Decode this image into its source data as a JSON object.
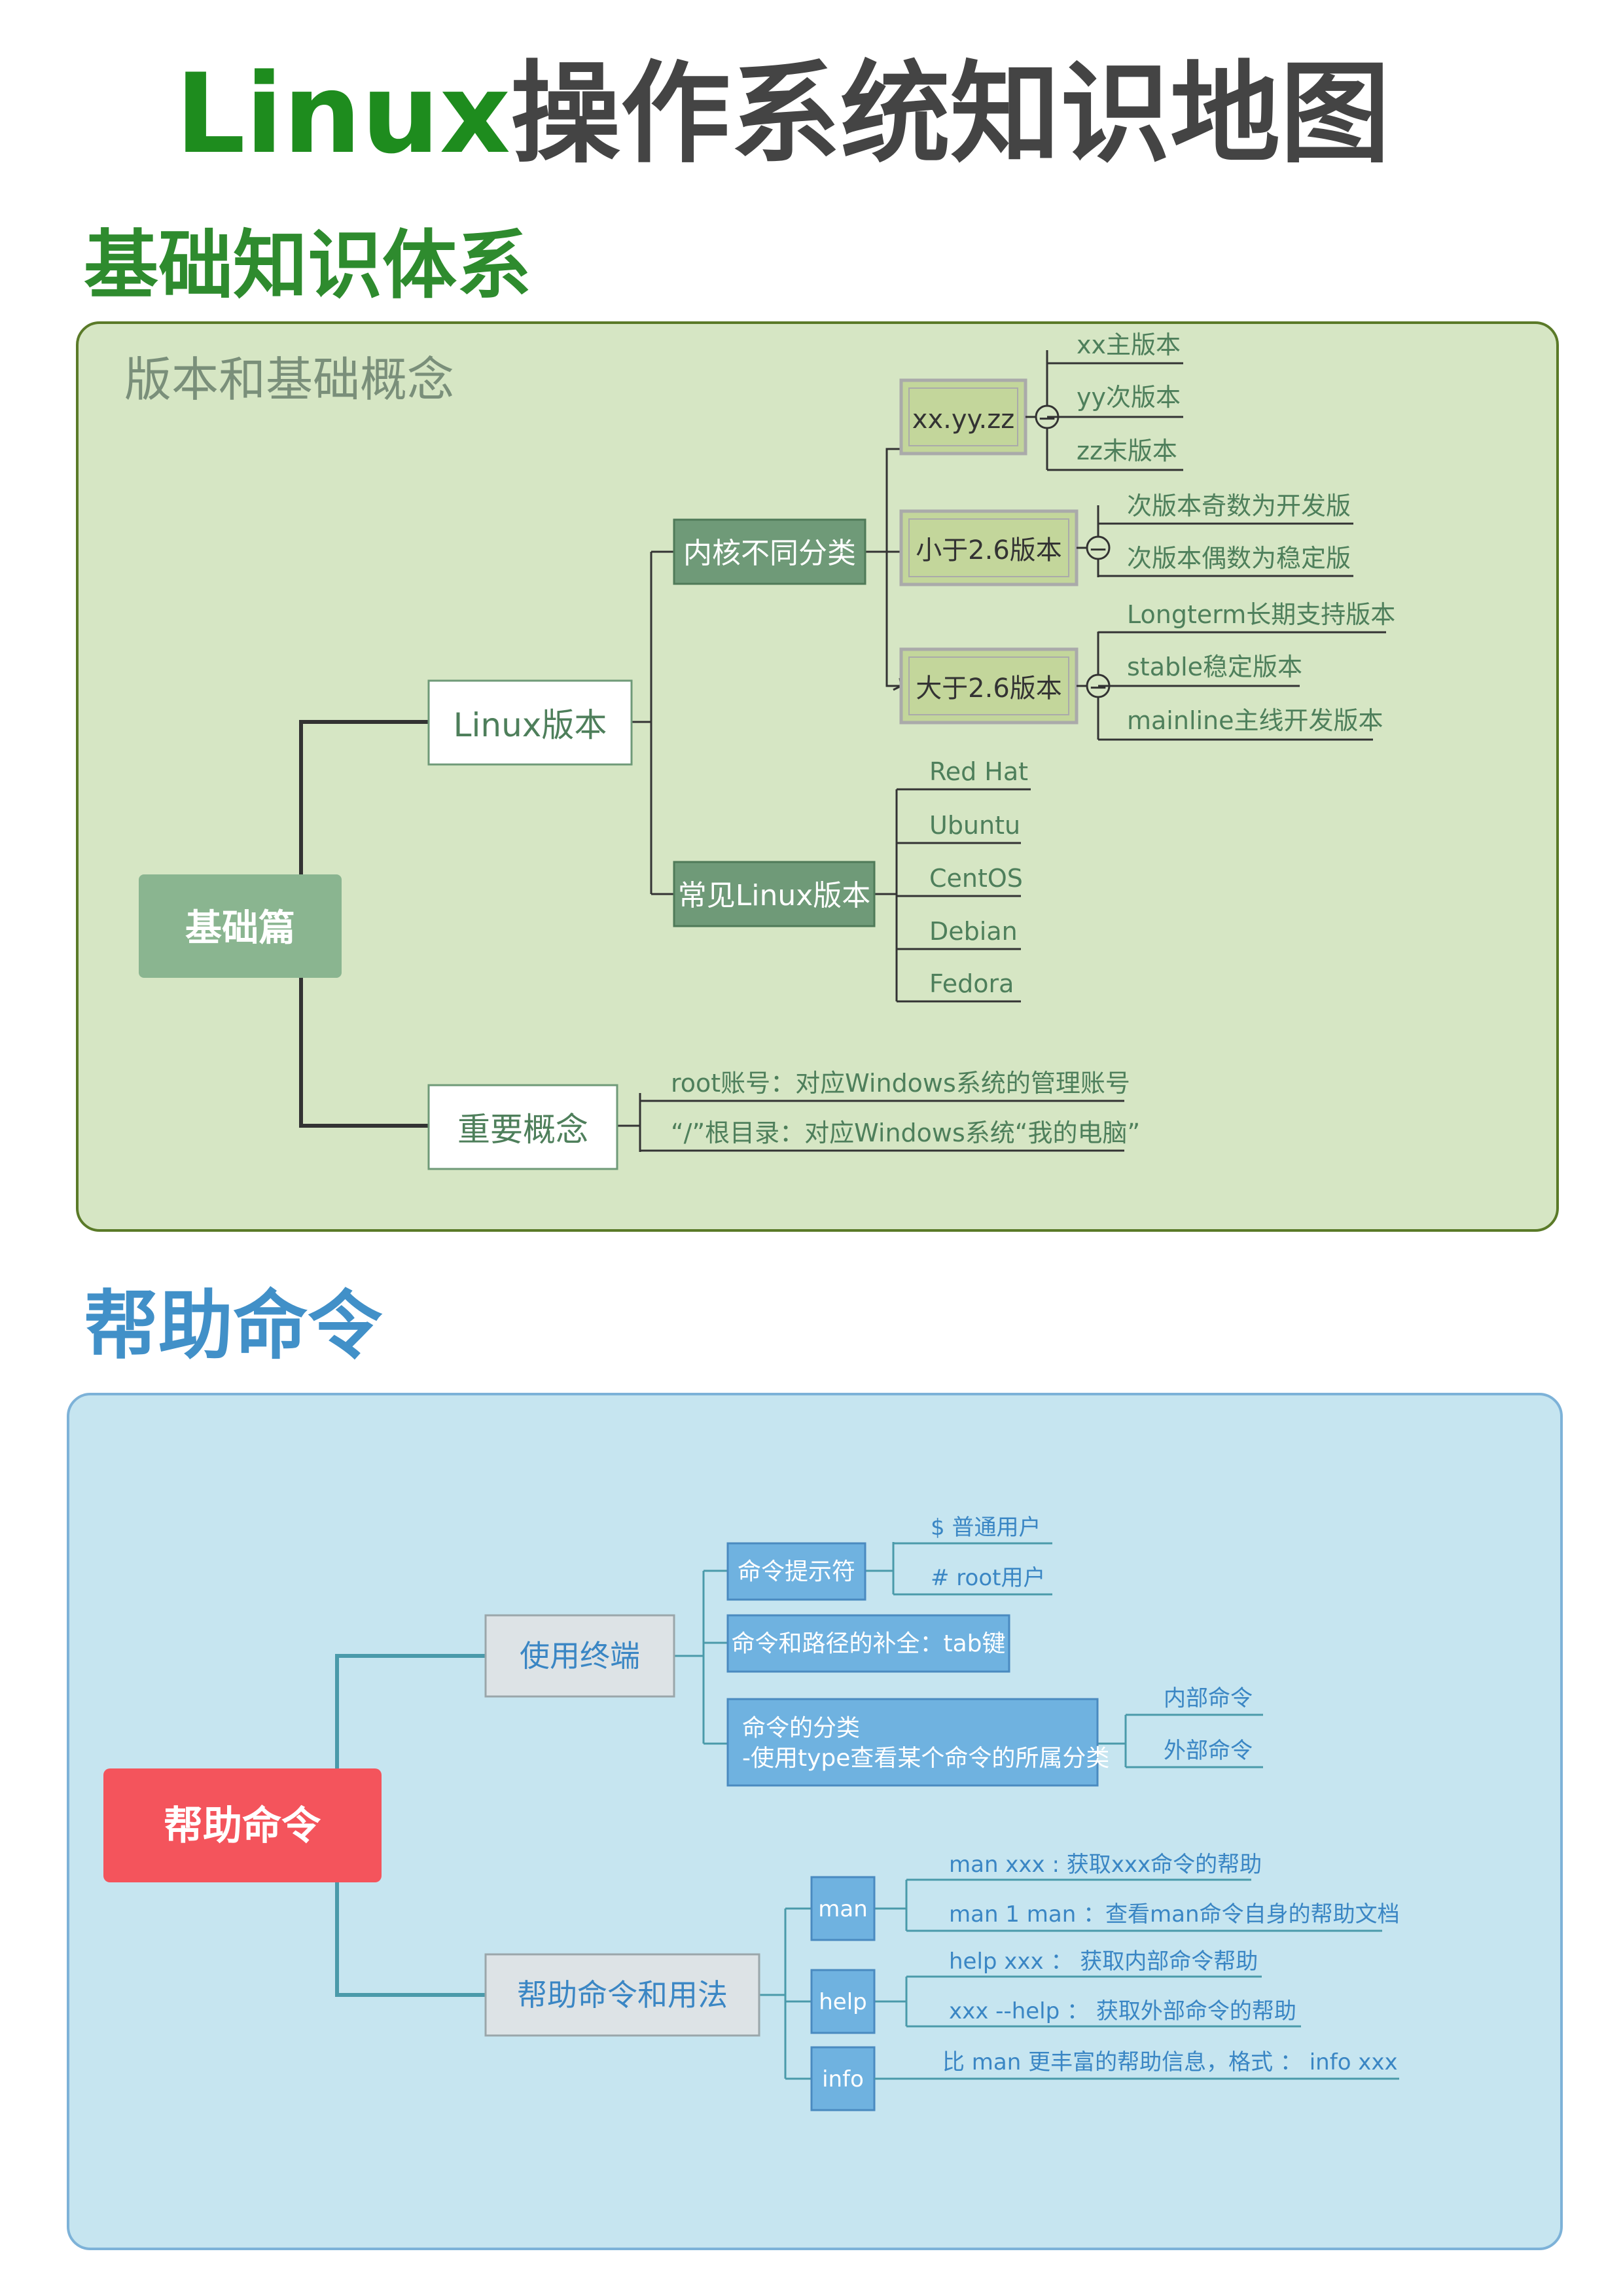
{
  "title": {
    "prefix": "Linux",
    "rest": "操作系统知识地图"
  },
  "colors": {
    "title_green": "#1e8c1e",
    "title_gray": "#444444",
    "green_heading": "#2e8b2e",
    "green_panel_fill": "#d6e6c4",
    "green_panel_border": "#5a7a28",
    "green_text": "#4e7f5b",
    "green_root_fill": "#8ab590",
    "green_dark_node": "#6f9a78",
    "green_light_node": "#c3d69b",
    "blue_heading": "#4190c8",
    "blue_panel_fill": "#c6e5f0",
    "blue_panel_border": "#7db2d8",
    "blue_text": "#3a86c4",
    "blue_node": "#6fb2e0",
    "blue_gray_node": "#dde3e6",
    "red_root": "#f4545c",
    "line_dark": "#333333",
    "line_teal": "#4a9aaa"
  },
  "basics": {
    "heading": "基础知识体系",
    "panel_title": "版本和基础概念",
    "root": "基础篇",
    "linux_version": {
      "label": "Linux版本",
      "kernel": {
        "label": "内核不同分类",
        "groups": [
          {
            "label": "xx.yy.zz",
            "toggle": "−",
            "leaves": [
              "xx主版本",
              "yy次版本",
              "zz末版本"
            ]
          },
          {
            "label": "小于2.6版本",
            "toggle": "−",
            "leaves": [
              "次版本奇数为开发版",
              "次版本偶数为稳定版"
            ]
          },
          {
            "label": "大于2.6版本",
            "toggle": "−",
            "leaves": [
              "Longterm长期支持版本",
              "stable稳定版本",
              "mainline主线开发版本"
            ]
          }
        ]
      },
      "distros": {
        "label": "常见Linux版本",
        "leaves": [
          "Red Hat",
          "Ubuntu",
          "CentOS",
          "Debian",
          "Fedora"
        ]
      }
    },
    "concepts": {
      "label": "重要概念",
      "leaves": [
        "root账号：对应Windows系统的管理账号",
        "“/”根目录：对应Windows系统“我的电脑”"
      ]
    }
  },
  "help": {
    "heading": "帮助命令",
    "root": "帮助命令",
    "terminal": {
      "label": "使用终端",
      "children": [
        {
          "label": "命令提示符",
          "leaves": [
            "$ 普通用户",
            "# root用户"
          ]
        },
        {
          "label": "命令和路径的补全：tab键",
          "leaves": []
        },
        {
          "label_lines": [
            "命令的分类",
            "-使用type查看某个命令的所属分类"
          ],
          "leaves": [
            "内部命令",
            "外部命令"
          ]
        }
      ]
    },
    "usage": {
      "label": "帮助命令和用法",
      "children": [
        {
          "label": "man",
          "leaves": [
            "man xxx : 获取xxx命令的帮助",
            "man 1 man ：查看man命令自身的帮助文档"
          ]
        },
        {
          "label": "help",
          "leaves": [
            "help  xxx  ：  获取内部命令帮助",
            "xxx --help  ：  获取外部命令的帮助"
          ]
        },
        {
          "label": "info",
          "leaves": [
            "比 man 更丰富的帮助信息，格式 ：  info xxx"
          ]
        }
      ]
    }
  }
}
